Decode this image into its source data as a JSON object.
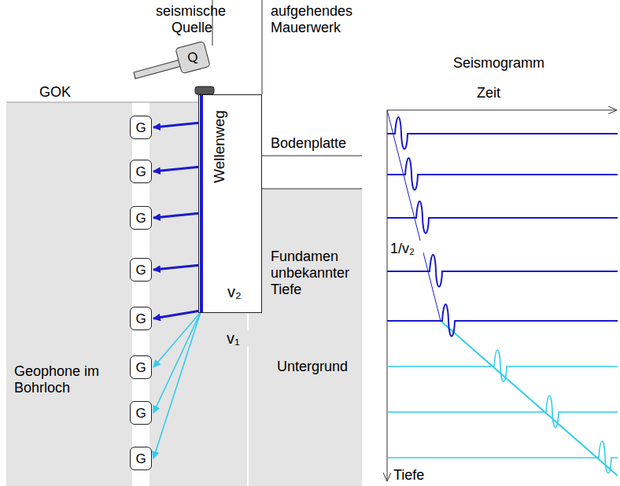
{
  "diagram": {
    "nodes": [
      {
        "text": [
          "Q"
        ]
      },
      {
        "text": [
          "Wellenweg",
          "v₂"
        ]
      },
      {
        "text": [
          "G"
        ]
      },
      {
        "text": [
          "G"
        ]
      },
      {
        "text": [
          "G"
        ]
      },
      {
        "text": [
          "G"
        ]
      },
      {
        "text": [
          "G"
        ]
      },
      {
        "text": [
          "G"
        ]
      },
      {
        "text": [
          "G"
        ]
      },
      {
        "text": [
          "G"
        ]
      }
    ],
    "edges": [
      {
        "from": 1,
        "to": 2,
        "arrow": "to"
      },
      {
        "from": 1,
        "to": 3,
        "arrow": "to"
      },
      {
        "from": 1,
        "to": 4,
        "arrow": "to"
      },
      {
        "from": 1,
        "to": 5,
        "arrow": "to"
      },
      {
        "from": 1,
        "to": 6,
        "arrow": "to"
      },
      {
        "from": 1,
        "to": 7,
        "arrow": "to"
      },
      {
        "from": 1,
        "to": 8,
        "arrow": "to"
      },
      {
        "from": 1,
        "to": 9,
        "arrow": "to"
      }
    ],
    "labels": [
      "seismische Quelle",
      "aufgehendes Mauerwerk",
      "GOK",
      "Bodenplatte",
      "Fundamen unbekannter Tiefe",
      "v₁",
      "Geophone im Bohrloch",
      "Untergrund",
      "Seismogramm",
      "Zeit",
      "1/v₂",
      "Tiefe"
    ]
  }
}
